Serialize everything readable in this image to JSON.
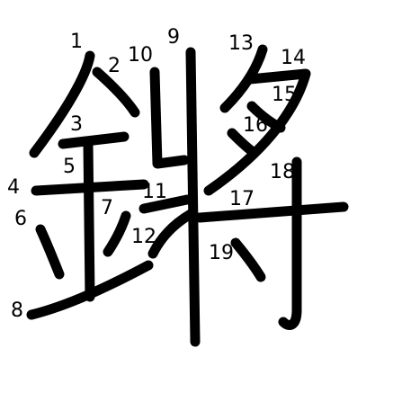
{
  "character": "鏘",
  "colors": {
    "background": "#ffffff",
    "stroke": "#000000"
  },
  "stroke_numbers": [
    "1",
    "2",
    "3",
    "4",
    "5",
    "6",
    "7",
    "8",
    "9",
    "10",
    "11",
    "12",
    "13",
    "14",
    "15",
    "16",
    "17",
    "18",
    "19"
  ]
}
